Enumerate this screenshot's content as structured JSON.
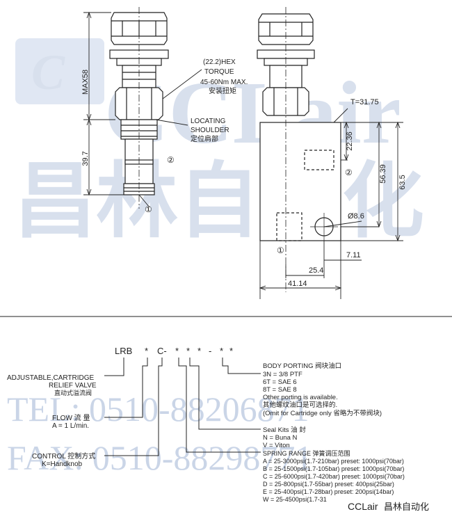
{
  "watermark": {
    "logo_text": "CCLair",
    "logo_cn": "昌林自动化",
    "tel": "TEL: 0510-88206871",
    "fax": "FAX: 0510-88298771",
    "color": "#b9c7e0"
  },
  "top_drawing": {
    "hex_label": [
      "(22.2)HEX",
      "TORQUE",
      "45-60Nm MAX.",
      "安装扭矩"
    ],
    "shoulder_label": [
      "LOCATING",
      "SHOULDER",
      "定位肩部"
    ],
    "dim_max58": "MAX58",
    "dim_39_7": "39.7",
    "port1": "①",
    "port2": "②",
    "block_T": "T=31.75",
    "dim_22_36": "22.36",
    "dim_56_39": "56.39",
    "dim_63_5": "63.5",
    "dim_dia8_6": "Ø8.6",
    "dim_7_11": "7.11",
    "dim_25_4": "25.4",
    "dim_41_14": "41.14"
  },
  "ordering_code": {
    "model": [
      "LRB",
      "*",
      "C-",
      "*",
      "*",
      "*",
      "-",
      "*",
      "*"
    ],
    "left_labels": {
      "adjustable": [
        "ADJUSTABLE,CARTRIDGE",
        "RELIEF VALVE",
        "直动式溢流阀"
      ],
      "flow": [
        "FLOW 流 量",
        "A = 1 L/min."
      ],
      "control": [
        "CONTROL 控制方式",
        "K=Handknob"
      ]
    },
    "body_porting": [
      "BODY PORTING 阀块油口",
      "3N = 3/8 PTF",
      "6T = SAE 6",
      "8T = SAE 8",
      "Other porting is available.",
      "其他螺纹油口是可选择的.",
      "(Omit for Cartridge only 省略为不带阀块)"
    ],
    "seal_kits": [
      "Seal Kits 油 封",
      "N = Buna N",
      "V = Viton"
    ],
    "spring_range": [
      "SPRING RANGE 弹簧调压范围",
      "A = 25-3000psi(1.7-210bar) preset: 1000psi(70bar)",
      "B = 25-1500psi(1.7-105bar) preset: 1000psi(70bar)",
      "C = 25-6000psi(1.7-420bar) preset: 1000psi(70bar)",
      "D = 25-800psi(1.7-55bar) preset: 400psi(25bar)",
      "E = 25-400psi(1.7-28bar) preset: 200psi(14bar)",
      "W = 25-4500psi(1.7-31"
    ]
  }
}
